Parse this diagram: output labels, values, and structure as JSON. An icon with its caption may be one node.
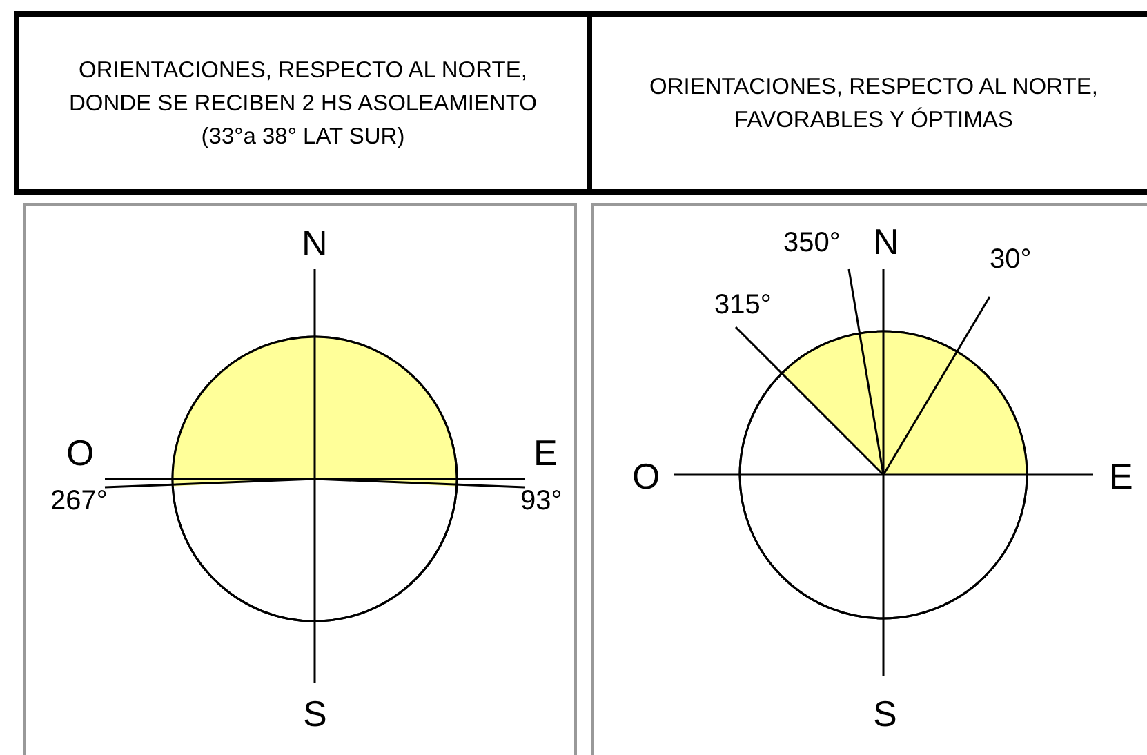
{
  "diagram": {
    "labels": [
      "ORIENTACIONES, RESPECTO AL NORTE, DONDE SE RECIBEN 2 HS ASOLEAMIENTO (33°a 38° LAT SUR)",
      "ORIENTACIONES, RESPECTO AL NORTE, FAVORABLES Y ÓPTIMAS",
      "N",
      "O",
      "E",
      "267°",
      "93°",
      "S",
      "350°",
      "N",
      "30°",
      "315°",
      "O",
      "E",
      "S"
    ]
  }
}
